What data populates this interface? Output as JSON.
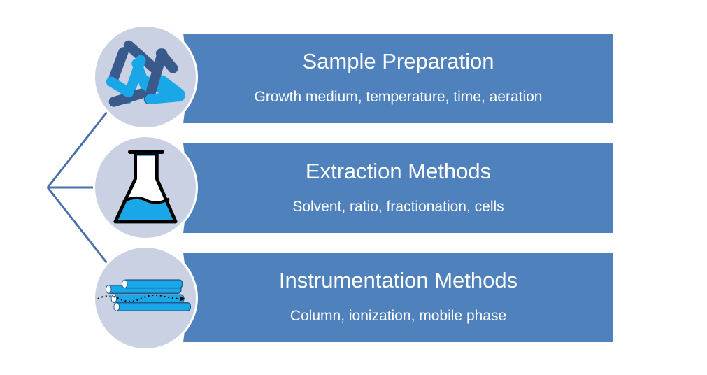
{
  "colors": {
    "band": "#4f81bd",
    "circle": "#c9d1e2",
    "connector": "#4a72a8",
    "icon_light": "#1aa7e8",
    "icon_dark": "#3b5a8c",
    "text": "#ffffff"
  },
  "items": [
    {
      "title": "Sample Preparation",
      "subtitle": "Growth medium, temperature, time, aeration",
      "icon": "bacteria-icon"
    },
    {
      "title": "Extraction Methods",
      "subtitle": "Solvent, ratio, fractionation, cells",
      "icon": "flask-icon"
    },
    {
      "title": "Instrumentation Methods",
      "subtitle": "Column, ionization, mobile phase",
      "icon": "columns-icon"
    }
  ]
}
